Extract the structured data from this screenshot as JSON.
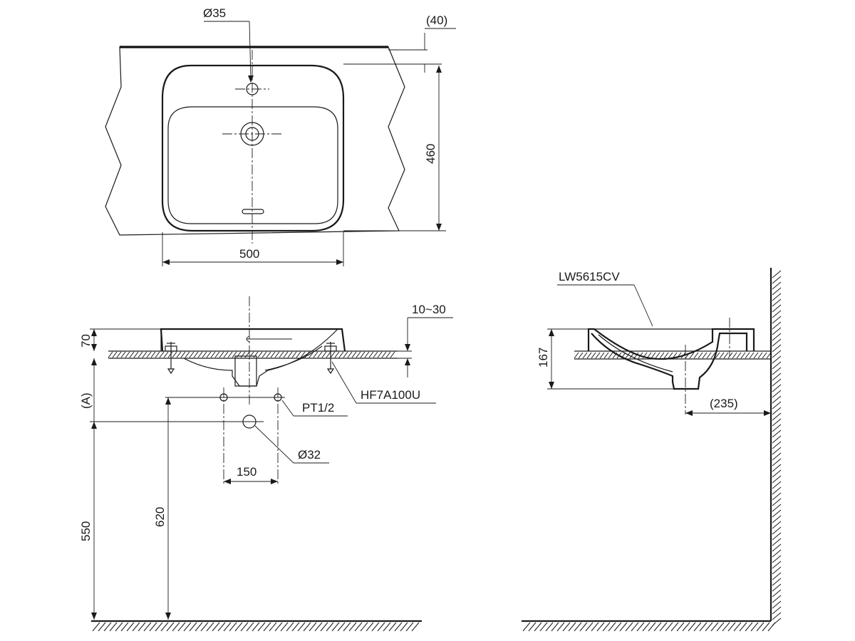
{
  "labels": {
    "tap_hole_dia": "Ø35",
    "counter_overhang": "(40)",
    "depth_460": "460",
    "width_500": "500",
    "counter_thickness": "10~30",
    "height_70": "70",
    "dim_a": "(A)",
    "mount_clip": "HF7A100U",
    "supply_thread": "PT1/2",
    "drain_dia": "Ø32",
    "supply_spacing": "150",
    "height_620": "620",
    "height_550": "550",
    "model": "LW5615CV",
    "height_167": "167",
    "wall_offset": "(235)"
  },
  "colors": {
    "ink": "#1a1a1a",
    "background": "#ffffff"
  }
}
